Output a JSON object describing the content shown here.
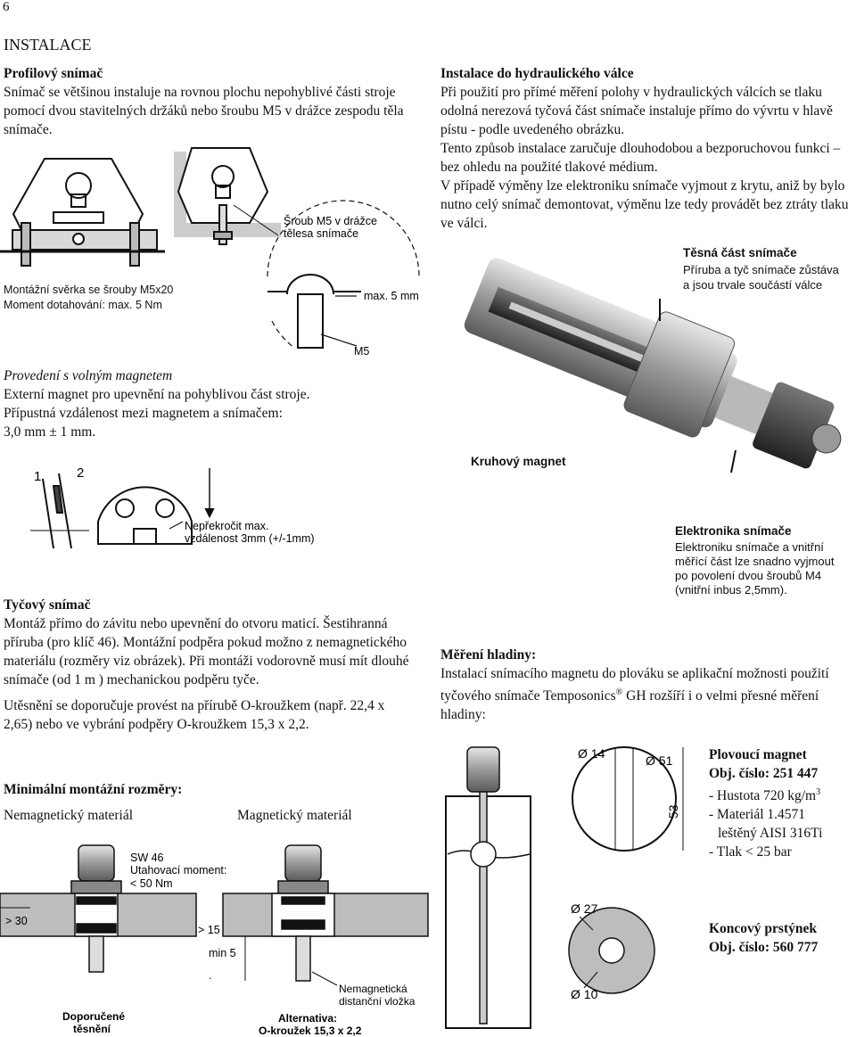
{
  "page_number": "6",
  "section_title": "INSTALACE",
  "profil": {
    "heading": "Profilový snímač",
    "text": "Snímač se většinou instaluje na rovnou plochu nepohyblivé části stroje pomocí dvou stavitelných držáků nebo šroubu M5 v drážce zespodu těla snímače."
  },
  "fig_profile": {
    "screw_label_1": "Šroub M5 v drážce",
    "screw_label_2": "tělesa snímače",
    "clamp_label_1": "Montážní svěrka se šrouby M5x20",
    "clamp_label_2": "Moment dotahování: max. 5 Nm",
    "max_label": "max. 5 mm",
    "m5_label": "M5"
  },
  "hydraulic": {
    "heading": "Instalace do hydraulického válce",
    "p1": "Při použití pro přímé měření polohy v hydraulických válcích se tlaku odolná nerezová tyčová část snímače instaluje přímo do vývrtu v hlavě pístu - podle uvedeného obrázku.",
    "p2": "Tento způsob instalace zaručuje dlouhodobou a bezporuchovou funkci – bez ohledu na použité tlakové médium.",
    "p3": "V případě výměny lze elektroniku snímače vyjmout z krytu, aniž by bylo nutno celý snímač demontovat, výměnu lze tedy provádět bez ztráty tlaku ve válci."
  },
  "photo_labels": {
    "tight_title": "Těsná část snímače",
    "tight_1": "Příruba a tyč snímače zůstáva",
    "tight_2": "a jsou trvale součástí válce",
    "ring_magnet": "Kruhový magnet",
    "elec_title": "Elektronika snímače",
    "elec_1": "Elektroniku snímače a vnitřní",
    "elec_2": "měřící část lze snadno vyjmout",
    "elec_3": "po povolení dvou šroubů M4",
    "elec_4": "(vnitřní inbus 2,5mm)."
  },
  "free_magnet": {
    "heading": "Provedení s volným magnetem",
    "l1": "Externí magnet pro upevnění na pohyblivou část stroje.",
    "l2": "Přípustná vzdálenost mezi magnetem a snímačem:",
    "l3": "3,0 mm ± 1 mm.",
    "num1": "1",
    "num2": "2",
    "warn_1": "Nepřekročit max.",
    "warn_2": "vzdálenost 3mm (+/-1mm)"
  },
  "rod": {
    "heading": "Tyčový snímač",
    "p1": "Montáž přímo do závitu nebo upevnění do otvoru maticí. Šestihranná příruba (pro klíč 46). Montážní podpěra pokud možno z nemagnetického materiálu (rozměry viz obrázek). Při montáži vodorovně musí mít dlouhé snímače (od 1 m ) mechanickou podpěru tyče.",
    "p2": "Utěsnění se doporučuje provést na přírubě O-kroužkem (např. 22,4 x 2,65) nebo ve vybrání podpěry O-kroužkem 15,3 x 2,2."
  },
  "min_dims": {
    "heading": "Minimální montážní rozměry:",
    "nonmag": "Nemagnetický materiál",
    "mag": "Magnetický materiál",
    "sw": "SW 46",
    "torque_1": "Utahovací moment:",
    "torque_2": "< 50 Nm",
    "gt30": "> 30",
    "gt15": "> 15",
    "min5": "min  5",
    "dot": ".",
    "spacer_1": "Nemagnetická",
    "spacer_2": "distanční vložka",
    "rec_1": "Doporučené",
    "rec_2": "těsnění",
    "alt_1": "Alternativa:",
    "alt_2": "O-kroužek 15,3 x 2,2"
  },
  "level": {
    "heading": "Měření hladiny:",
    "text_a": "Instalací snímacího magnetu do plováku se aplikační možnosti použití tyčového snímače Temposonics",
    "reg": "®",
    "text_b": " GH rozšíří i o velmi přesné měření hladiny:",
    "d14": "Ø 14",
    "d51": "Ø 51",
    "h53": "53",
    "d27": "Ø 27",
    "d10": "Ø 10",
    "float_title": "Plovoucí magnet",
    "float_obj": "Obj. číslo: 251 447",
    "float_1": "- Hustota 720 kg/m",
    "float_1_sup": "3",
    "float_2": "- Materiál 1.4571",
    "float_3": "leštěný AISI 316Ti",
    "float_4": "- Tlak < 25 bar",
    "ring_title": "Koncový prstýnek",
    "ring_obj": "Obj. číslo: 560 777"
  }
}
